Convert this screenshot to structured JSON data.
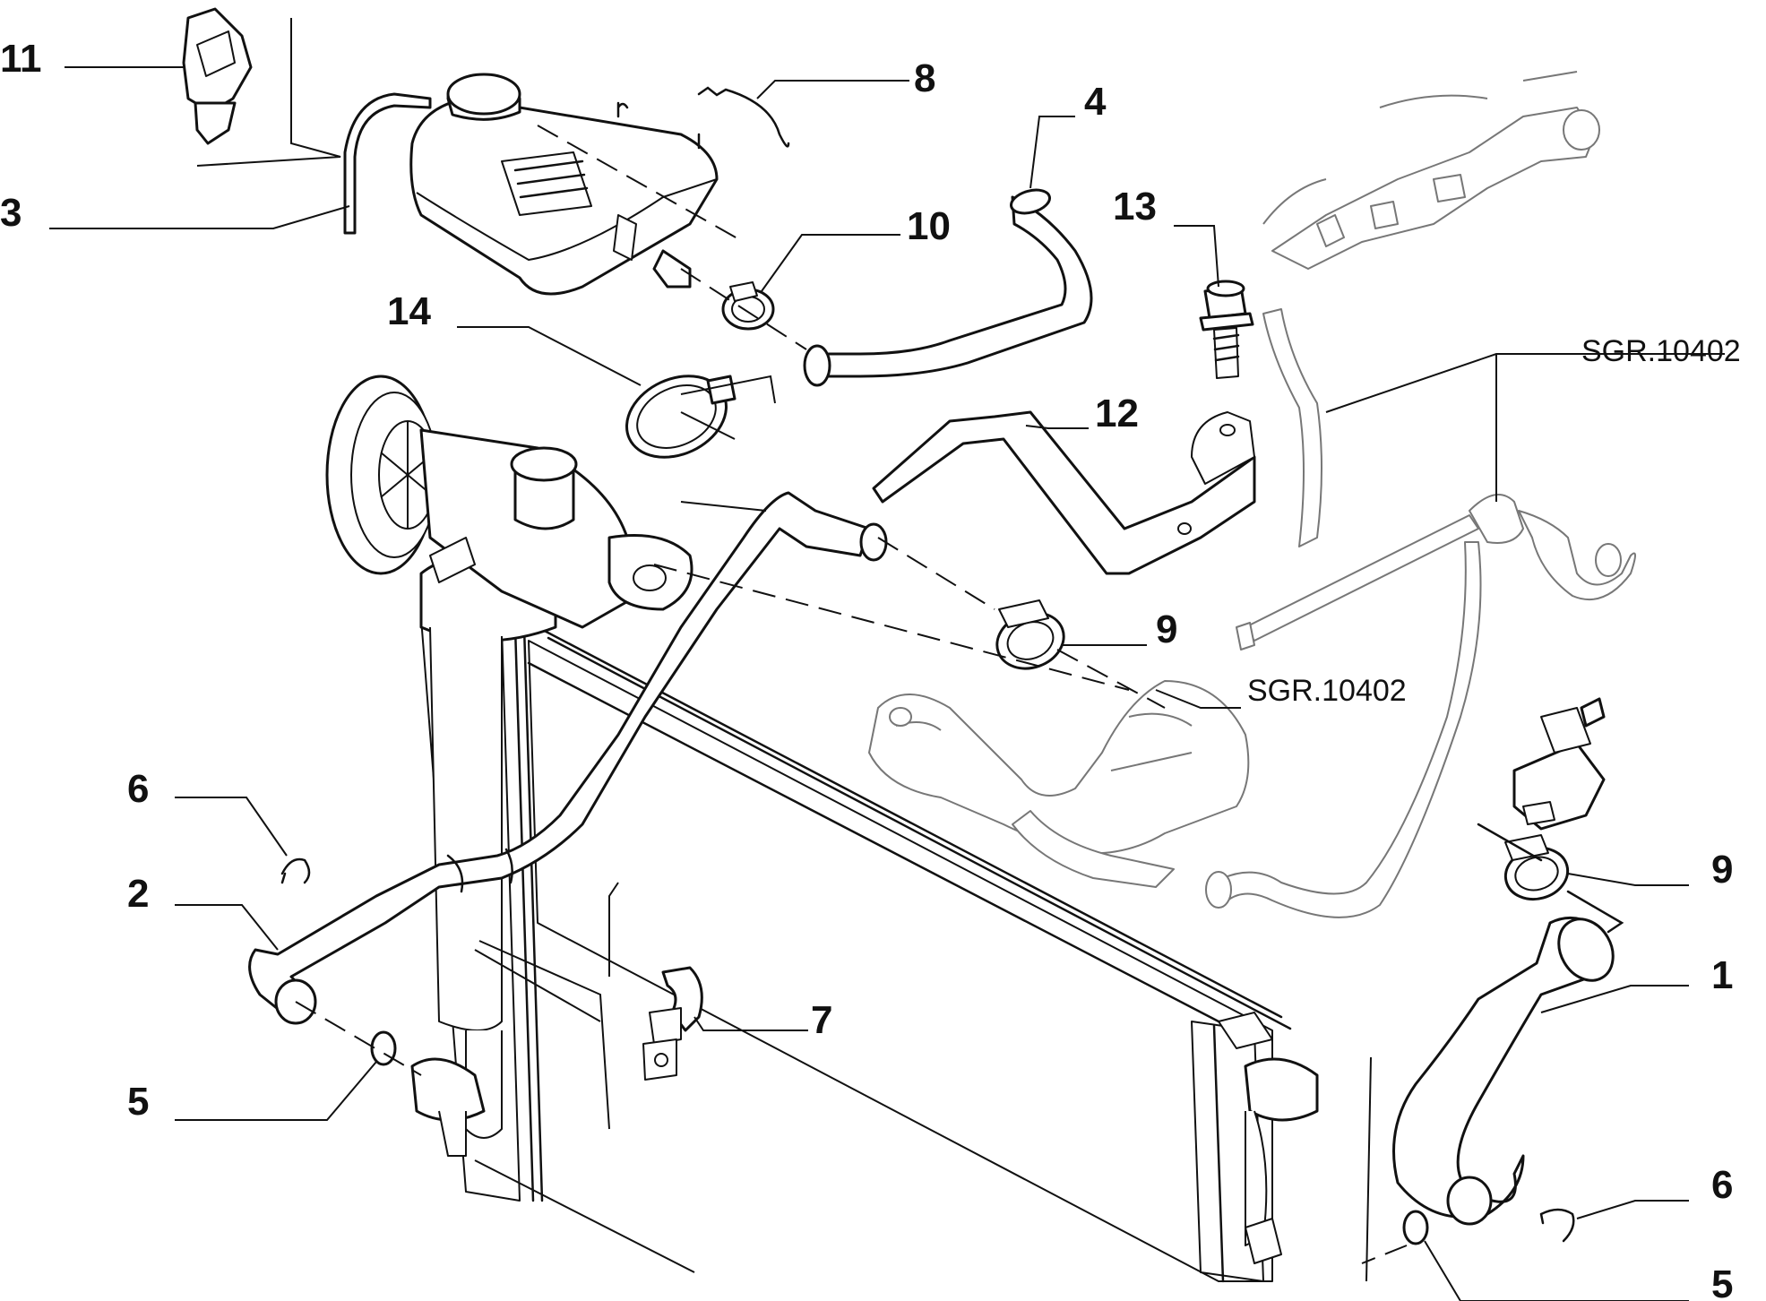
{
  "diagram": {
    "labels": {
      "p1": "1",
      "p2": "2",
      "p3": "3",
      "p4": "4",
      "p5a": "5",
      "p5b": "5",
      "p6a": "6",
      "p6b": "6",
      "p7": "7",
      "p8": "8",
      "p9a": "9",
      "p9b": "9",
      "p10": "10",
      "p11": "11",
      "p12": "12",
      "p13": "13",
      "p14": "14",
      "ref_upper": "SGR.10402",
      "ref_middle": "SGR.10402"
    }
  }
}
